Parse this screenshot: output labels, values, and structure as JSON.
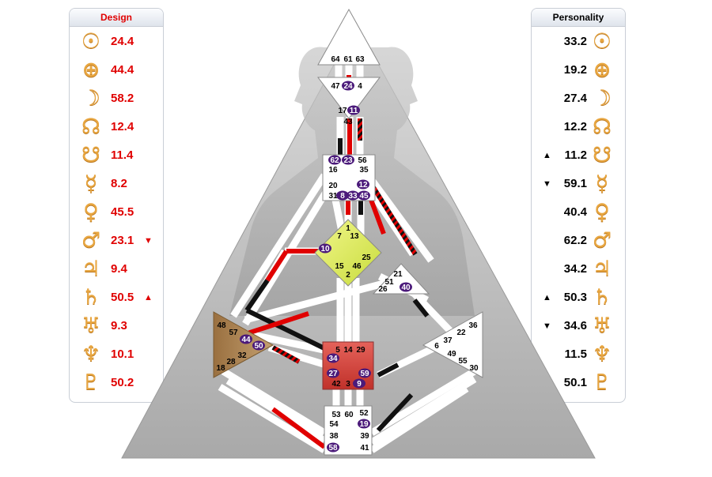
{
  "design": {
    "title": "Design",
    "rows": [
      {
        "icon": "sun-icon",
        "glyph": "☉",
        "value": "24.4",
        "arrow": ""
      },
      {
        "icon": "earth-icon",
        "glyph": "⊕",
        "value": "44.4",
        "arrow": ""
      },
      {
        "icon": "moon-icon",
        "glyph": "☽",
        "value": "58.2",
        "arrow": ""
      },
      {
        "icon": "north-node-icon",
        "glyph": "☊",
        "value": "12.4",
        "arrow": ""
      },
      {
        "icon": "south-node-icon",
        "glyph": "☋",
        "value": "11.4",
        "arrow": ""
      },
      {
        "icon": "mercury-icon",
        "glyph": "☿",
        "value": "8.2",
        "arrow": ""
      },
      {
        "icon": "venus-icon",
        "glyph": "♀",
        "value": "45.5",
        "arrow": ""
      },
      {
        "icon": "mars-icon",
        "glyph": "♂",
        "value": "23.1",
        "arrow": "▼"
      },
      {
        "icon": "jupiter-icon",
        "glyph": "♃",
        "value": "9.4",
        "arrow": ""
      },
      {
        "icon": "saturn-icon",
        "glyph": "♄",
        "value": "50.5",
        "arrow": "▲"
      },
      {
        "icon": "uranus-icon",
        "glyph": "♅",
        "value": "9.3",
        "arrow": ""
      },
      {
        "icon": "neptune-icon",
        "glyph": "♆",
        "value": "10.1",
        "arrow": ""
      },
      {
        "icon": "pluto-icon",
        "glyph": "♇",
        "value": "50.2",
        "arrow": ""
      }
    ]
  },
  "personality": {
    "title": "Personality",
    "rows": [
      {
        "icon": "sun-icon",
        "glyph": "☉",
        "value": "33.2",
        "arrow": ""
      },
      {
        "icon": "earth-icon",
        "glyph": "⊕",
        "value": "19.2",
        "arrow": ""
      },
      {
        "icon": "moon-icon",
        "glyph": "☽",
        "value": "27.4",
        "arrow": ""
      },
      {
        "icon": "north-node-icon",
        "glyph": "☊",
        "value": "12.2",
        "arrow": ""
      },
      {
        "icon": "south-node-icon",
        "glyph": "☋",
        "value": "11.2",
        "arrow": "▲"
      },
      {
        "icon": "mercury-icon",
        "glyph": "☿",
        "value": "59.1",
        "arrow": "▼"
      },
      {
        "icon": "venus-icon",
        "glyph": "♀",
        "value": "40.4",
        "arrow": ""
      },
      {
        "icon": "mars-icon",
        "glyph": "♂",
        "value": "62.2",
        "arrow": ""
      },
      {
        "icon": "jupiter-icon",
        "glyph": "♃",
        "value": "34.2",
        "arrow": ""
      },
      {
        "icon": "saturn-icon",
        "glyph": "♄",
        "value": "50.3",
        "arrow": "▲"
      },
      {
        "icon": "uranus-icon",
        "glyph": "♅",
        "value": "34.6",
        "arrow": "▼"
      },
      {
        "icon": "neptune-icon",
        "glyph": "♆",
        "value": "11.5",
        "arrow": ""
      },
      {
        "icon": "pluto-icon",
        "glyph": "♇",
        "value": "50.1",
        "arrow": ""
      }
    ]
  },
  "colors": {
    "design": "#e00000",
    "personality": "#000000",
    "planet_glyph": "#e8a640",
    "active_gate": "#4b1a7a",
    "g_center": "#e6f06a",
    "sacral_center": "#d9443a",
    "spleen_center": "#a98150"
  },
  "gates": [
    {
      "n": "64",
      "active": false
    },
    {
      "n": "61",
      "active": false
    },
    {
      "n": "63",
      "active": false
    },
    {
      "n": "47",
      "active": false
    },
    {
      "n": "24",
      "active": true
    },
    {
      "n": "4",
      "active": false
    },
    {
      "n": "17",
      "active": false
    },
    {
      "n": "11",
      "active": true
    },
    {
      "n": "43",
      "active": false
    },
    {
      "n": "62",
      "active": true
    },
    {
      "n": "23",
      "active": true
    },
    {
      "n": "56",
      "active": false
    },
    {
      "n": "16",
      "active": false
    },
    {
      "n": "35",
      "active": false
    },
    {
      "n": "20",
      "active": false
    },
    {
      "n": "12",
      "active": true
    },
    {
      "n": "31",
      "active": false
    },
    {
      "n": "8",
      "active": true
    },
    {
      "n": "33",
      "active": true
    },
    {
      "n": "45",
      "active": true
    },
    {
      "n": "1",
      "active": false
    },
    {
      "n": "7",
      "active": false
    },
    {
      "n": "13",
      "active": false
    },
    {
      "n": "10",
      "active": true
    },
    {
      "n": "25",
      "active": false
    },
    {
      "n": "15",
      "active": false
    },
    {
      "n": "46",
      "active": false
    },
    {
      "n": "2",
      "active": false
    },
    {
      "n": "21",
      "active": false
    },
    {
      "n": "51",
      "active": false
    },
    {
      "n": "26",
      "active": false
    },
    {
      "n": "40",
      "active": true
    },
    {
      "n": "48",
      "active": false
    },
    {
      "n": "57",
      "active": false
    },
    {
      "n": "44",
      "active": true
    },
    {
      "n": "50",
      "active": true
    },
    {
      "n": "32",
      "active": false
    },
    {
      "n": "28",
      "active": false
    },
    {
      "n": "18",
      "active": false
    },
    {
      "n": "36",
      "active": false
    },
    {
      "n": "22",
      "active": false
    },
    {
      "n": "37",
      "active": false
    },
    {
      "n": "6",
      "active": false
    },
    {
      "n": "49",
      "active": false
    },
    {
      "n": "55",
      "active": false
    },
    {
      "n": "30",
      "active": false
    },
    {
      "n": "5",
      "active": false
    },
    {
      "n": "14",
      "active": false
    },
    {
      "n": "29",
      "active": false
    },
    {
      "n": "34",
      "active": true
    },
    {
      "n": "27",
      "active": true
    },
    {
      "n": "59",
      "active": true
    },
    {
      "n": "42",
      "active": false
    },
    {
      "n": "3",
      "active": false
    },
    {
      "n": "9",
      "active": true
    },
    {
      "n": "53",
      "active": false
    },
    {
      "n": "60",
      "active": false
    },
    {
      "n": "52",
      "active": false
    },
    {
      "n": "54",
      "active": false
    },
    {
      "n": "19",
      "active": true
    },
    {
      "n": "38",
      "active": false
    },
    {
      "n": "39",
      "active": false
    },
    {
      "n": "58",
      "active": true
    },
    {
      "n": "41",
      "active": false
    }
  ]
}
